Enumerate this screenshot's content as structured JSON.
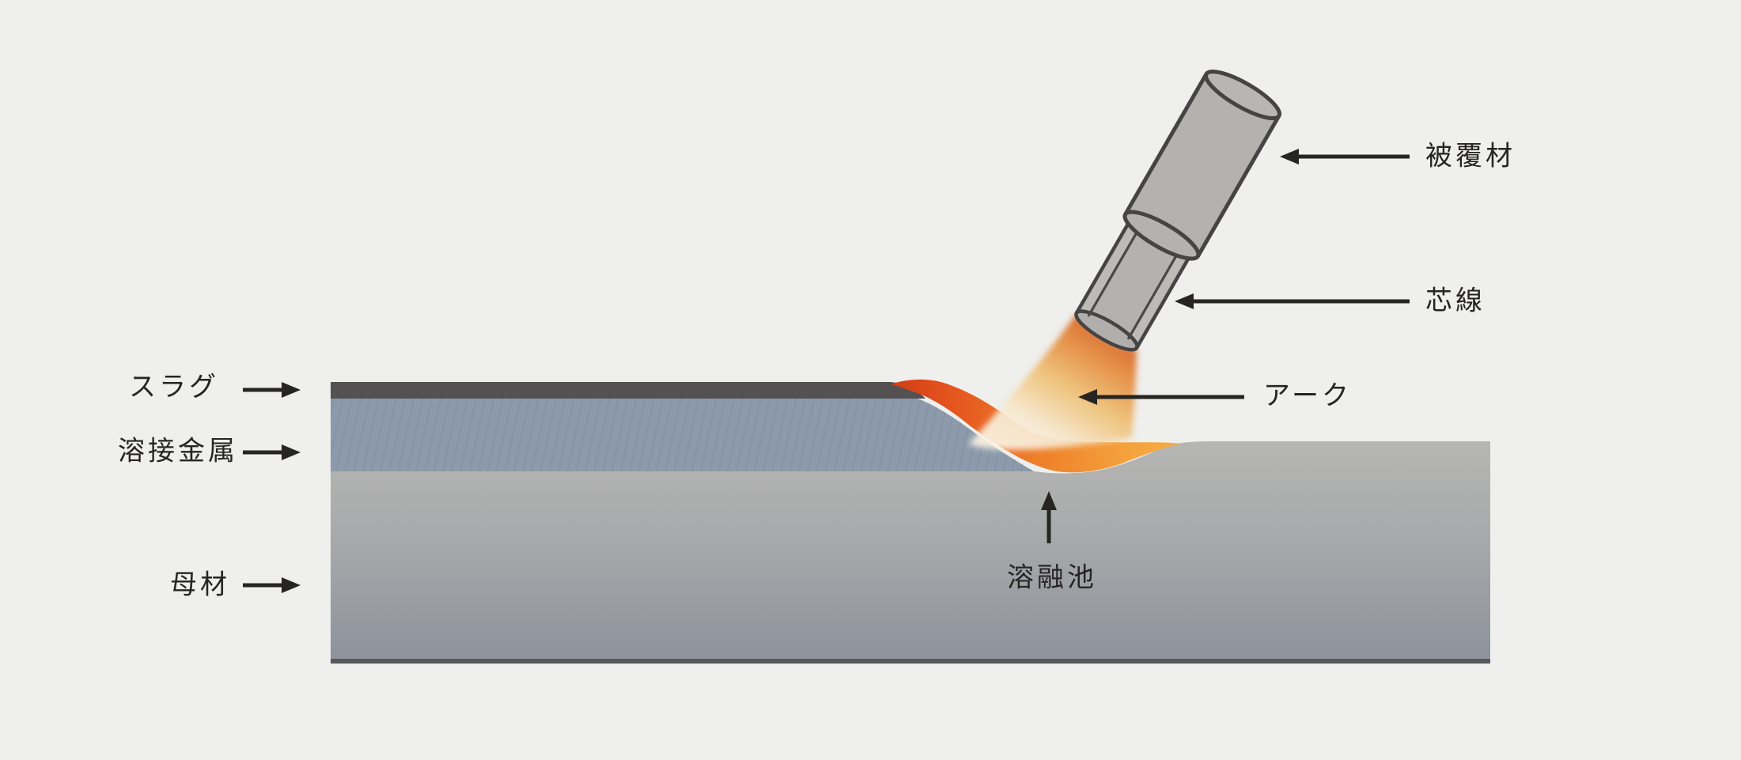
{
  "diagram": {
    "subject": "shielded-metal-arc-welding-cross-section",
    "labels": {
      "coating": "被覆材",
      "core_wire": "芯線",
      "arc": "アーク",
      "slag": "スラグ",
      "weld_metal": "溶接金属",
      "base_metal": "母材",
      "molten_pool": "溶融池"
    },
    "colors": {
      "background": "#efefed",
      "electrode_fill": "#b3b2af",
      "electrode_facet": "#bcbbb8",
      "electrode_outline": "#454443",
      "slag": "#545153",
      "weld_metal_fill": "#8c9aab",
      "weld_metal_hatch_line": "#7b8d9f",
      "base_metal_top": "#b6b6b3",
      "base_metal_bottom": "#8d929b",
      "base_bottom_edge": "#56585c",
      "molten_metal_left": "#d23c15",
      "molten_metal_right": "#f6ad47",
      "arc_glow_hot": "#d45a20",
      "arc_glow_pale": "#f9f2e2",
      "arrow_and_text": "#262523"
    }
  }
}
